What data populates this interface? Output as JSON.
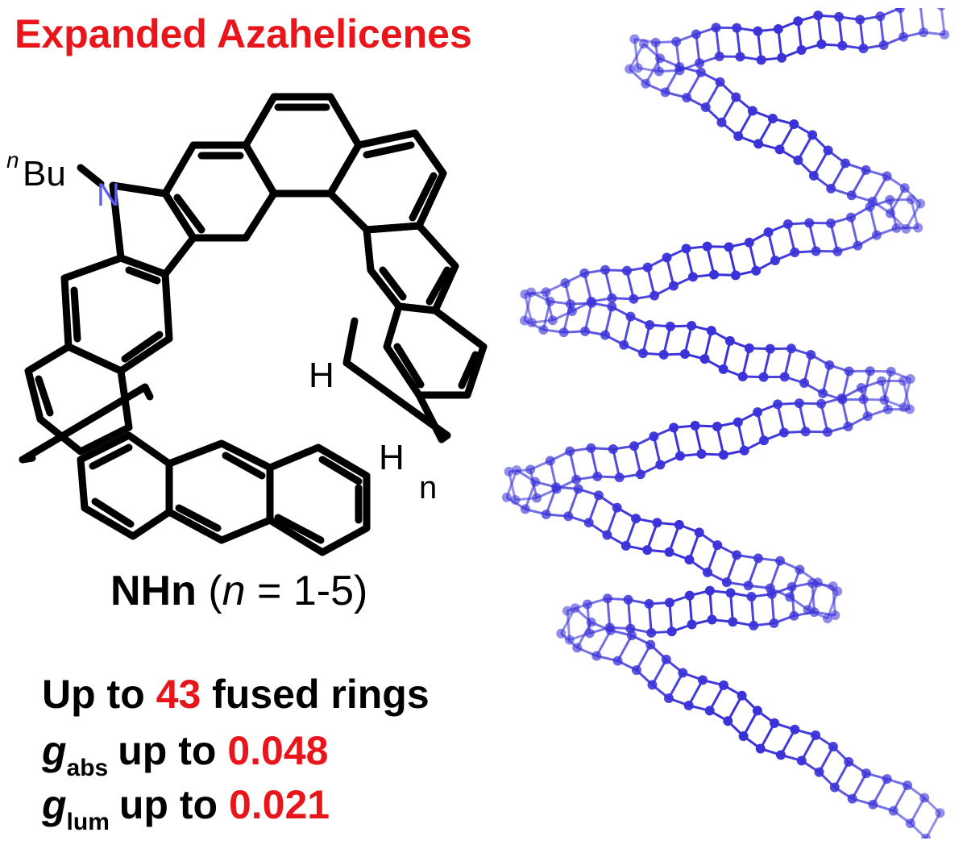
{
  "title": "Expanded Azahelicenes",
  "structure": {
    "nitrogen_label": "N",
    "butyl_prefix": "n",
    "butyl_label": "Bu",
    "h_label_top": "H",
    "h_label_bottom": "H",
    "repeat_subscript": "n"
  },
  "compound": {
    "name": "NHn",
    "paren_open": "(",
    "variable": "n",
    "range_text": " = 1-5)"
  },
  "stats": {
    "rings_prefix": "Up to ",
    "rings_value": "43",
    "rings_suffix": " fused rings",
    "gabs_symbol": "g",
    "gabs_sub": "abs",
    "gabs_mid": "up to ",
    "gabs_value": "0.048",
    "glum_symbol": "g",
    "glum_sub": "lum",
    "glum_mid": "up to ",
    "glum_value": "0.021"
  },
  "colors": {
    "accent_red": "#e8161b",
    "nitrogen_blue": "#5b5cf0",
    "helix_blue": "#3a32d8",
    "bond_black": "#000000"
  }
}
